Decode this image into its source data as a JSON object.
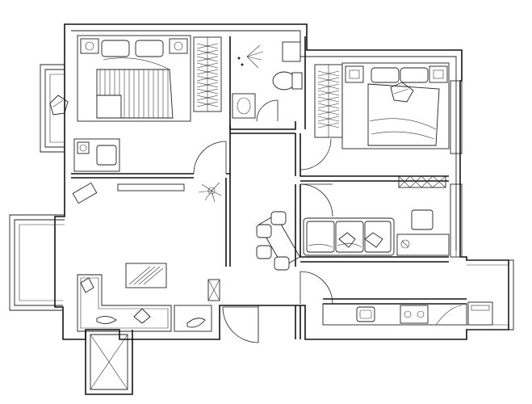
{
  "plan": {
    "type": "apartment floor plan",
    "rooms": [
      {
        "key": "bedroom-1"
      },
      {
        "key": "bathroom"
      },
      {
        "key": "bedroom-2"
      },
      {
        "key": "living-room"
      },
      {
        "key": "dining-area"
      },
      {
        "key": "study"
      },
      {
        "key": "kitchen"
      },
      {
        "key": "balcony"
      },
      {
        "key": "entrance"
      }
    ]
  }
}
